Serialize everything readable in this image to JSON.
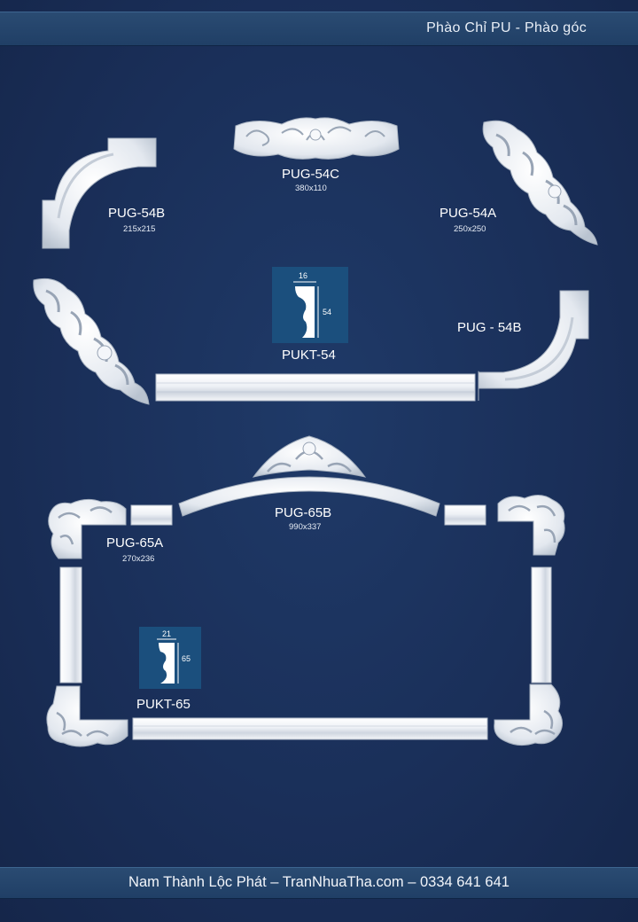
{
  "header": {
    "title": "Phào Chỉ PU - Phào góc"
  },
  "products": {
    "pug54c": {
      "code": "PUG-54C",
      "size": "380x110"
    },
    "pug54b": {
      "code": "PUG-54B",
      "size": "215x215"
    },
    "pug54a": {
      "code": "PUG-54A",
      "size": "250x250"
    },
    "pukt54": {
      "code": "PUKT-54",
      "width": "16",
      "height": "54"
    },
    "pug54b_alt": {
      "code": "PUG - 54B"
    },
    "pug65b": {
      "code": "PUG-65B",
      "size": "990x337"
    },
    "pug65a": {
      "code": "PUG-65A",
      "size": "270x236"
    },
    "pukt65": {
      "code": "PUKT-65",
      "width": "21",
      "height": "65"
    }
  },
  "footer": {
    "text": "Nam Thành Lộc Phát – TranNhuaTha.com – 0334 641 641"
  }
}
